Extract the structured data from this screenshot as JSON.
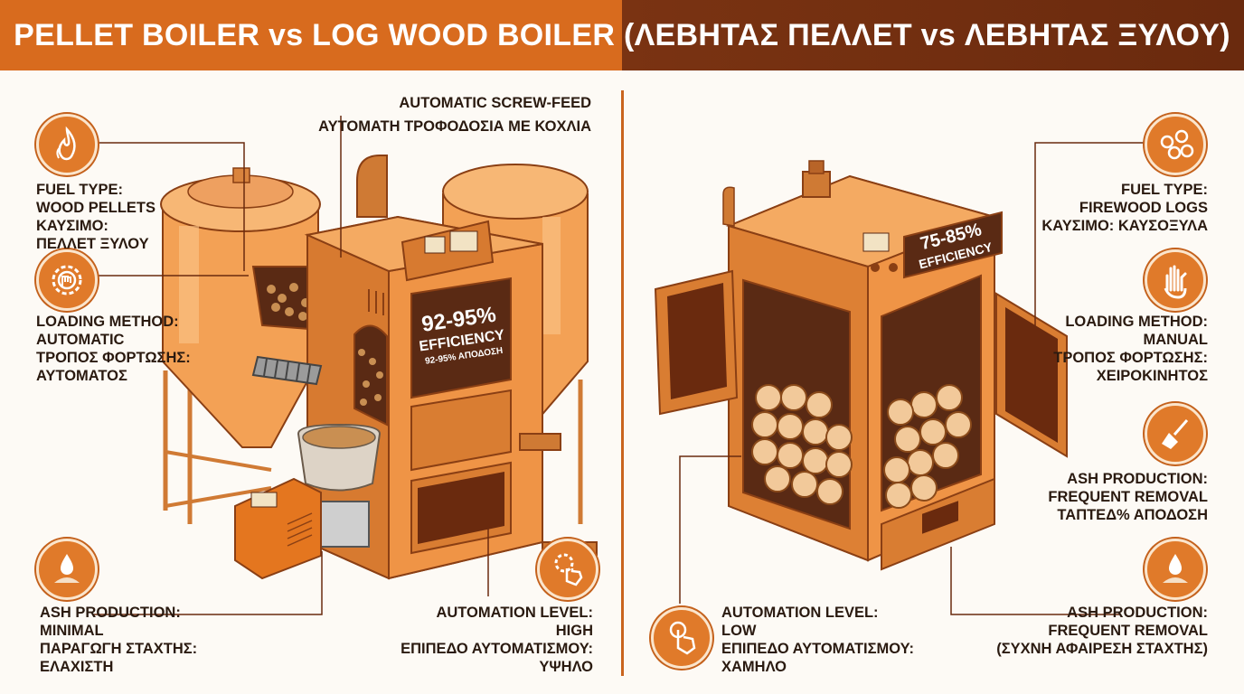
{
  "header": {
    "title": "PELLET BOILER vs LOG WOOD BOILER (ΛΕΒΗΤΑΣ ΠΕΛΛΕΤ vs ΛΕΒΗΤΑΣ ΞΥΛΟΥ)"
  },
  "pellet": {
    "screw_feed": {
      "line1": "AUTOMATIC SCREW-FEED",
      "line2": "ΑΥΤΟΜΑΤΗ ΤΡΟΦΟΔΟΣΙΑ ΜΕ ΚΟΧΛΙΑ"
    },
    "fuel": {
      "line1": "FUEL TYPE:",
      "line2": "WOOD PELLETS",
      "line3": "ΚΑΥΣΙΜΟ:",
      "line4": "ΠΕΛΛΕΤ ΞΥΛΟΥ",
      "icon": "flame-leaf-icon"
    },
    "loading": {
      "line1": "LOADING METHOD:",
      "line2": "AUTOMATIC",
      "line3": "ΤΡΟΠΟΣ ΦΟΡΤΩΣΗΣ:",
      "line4": "ΑΥΤΟΜΑΤΟΣ",
      "icon": "gear-hand-icon"
    },
    "ash": {
      "line1": "ASH PRODUCTION:",
      "line2": "MINIMAL",
      "line3": "ΠΑΡΑΓΩΓΗ ΣΤΑΧΤΗΣ:",
      "line4": "ΕΛΑΧΙΣΤΗ",
      "icon": "ash-drop-icon"
    },
    "automation": {
      "line1": "AUTOMATION LEVEL:",
      "line2": "HIGH",
      "line3": "ΕΠΙΠΕΔΟ ΑΥΤΟΜΑΤΙΣΜΟΥ:",
      "line4": "ΥΨΗΛΟ",
      "icon": "touch-gear-icon"
    },
    "efficiency": {
      "value": "92-95%",
      "label": "EFFICIENCY",
      "sub": "92-95% ΑΠΟΔΟΣΗ"
    }
  },
  "log": {
    "fuel": {
      "line1": "FUEL TYPE:",
      "line2": "FIREWOOD LOGS",
      "line3": "ΚΑΥΣΙΜΟ: ΚΑΥΣΟΞΥΛΑ",
      "icon": "logs-icon"
    },
    "loading": {
      "line1": "LOADING METHOD:",
      "line2": "MANUAL",
      "line3": "ΤΡΟΠΟΣ ΦΟΡΤΩΣΗΣ:",
      "line4": "ΧΕΙΡΟΚΙΝΗΤΟΣ",
      "icon": "hand-icon"
    },
    "ash_mid": {
      "line1": "ASH PRODUCTION:",
      "line2": "FREQUENT REMOVAL",
      "line3": "ΤΑΠΤΕΔ% ΑΠΟΔΟΣΗ",
      "icon": "broom-icon"
    },
    "ash": {
      "line1": "ASH PRODUCTION:",
      "line2": "FREQUENT REMOVAL",
      "line3": "(ΣΥΧΝΗ ΑΦΑΙΡΕΣΗ ΣΤΑΧΤΗΣ)",
      "icon": "ash-drop-icon"
    },
    "automation": {
      "line1": "AUTOMATION LEVEL:",
      "line2": "LOW",
      "line3": "ΕΠΙΠΕΔΟ ΑΥΤΟΜΑΤΙΣΜΟΥ:",
      "line4": "ΧΑΜΗΛΟ",
      "icon": "touch-hand-icon"
    },
    "efficiency": {
      "value": "75-85%",
      "label": "EFFICIENCY"
    }
  },
  "colors": {
    "orange": "#e07a2a",
    "dark_brown": "#6a2a0e",
    "light_orange": "#f5a45a",
    "panel": "#5a2a14"
  }
}
